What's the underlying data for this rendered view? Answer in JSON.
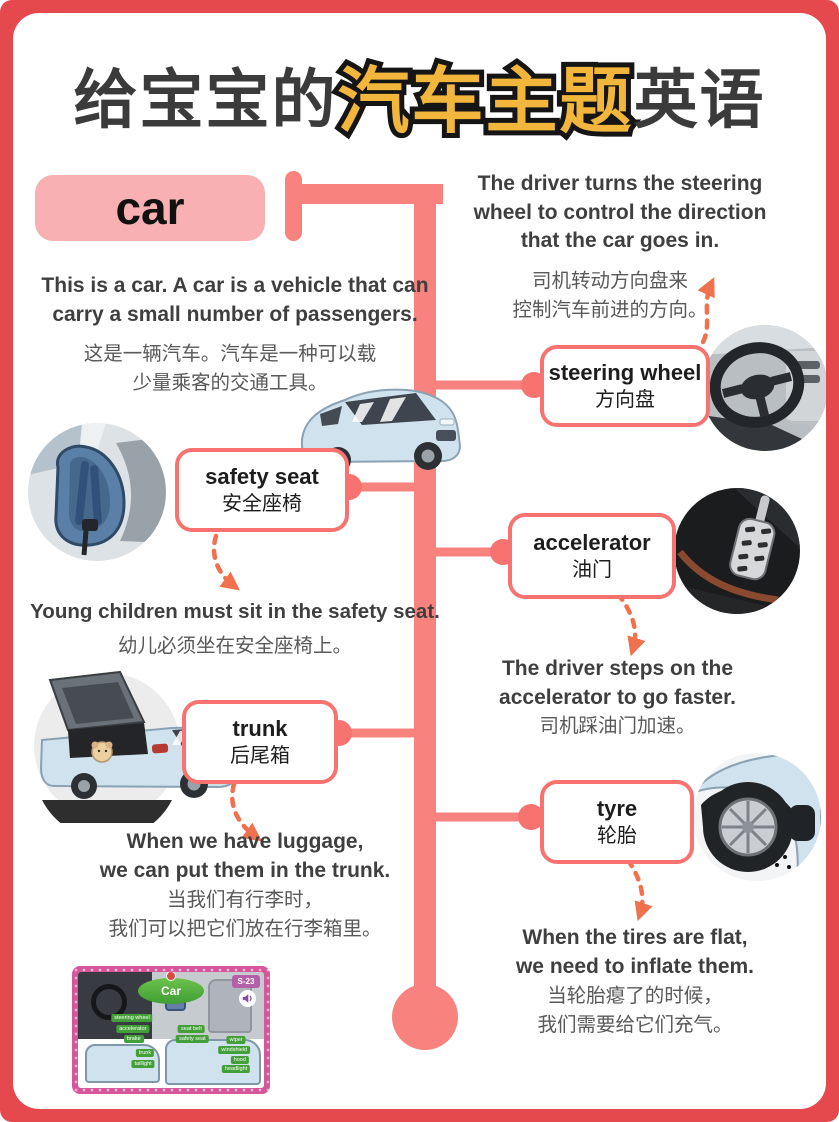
{
  "title": {
    "prefix": "给宝宝的",
    "highlight": "汽车主题",
    "suffix": "英语"
  },
  "keyword": "car",
  "intro": {
    "en": "This is a car. A car is a vehicle that can\ncarry a small number of passengers.",
    "cn": "这是一辆汽车。汽车是一种可以载\n少量乘客的交通工具。"
  },
  "parts": [
    {
      "id": "steering-wheel",
      "en": "steering wheel",
      "cn": "方向盘",
      "sentence_en": "The driver turns the steering\nwheel to control the direction\nthat the car goes in.",
      "sentence_cn": "司机转动方向盘来\n控制汽车前进的方向。"
    },
    {
      "id": "safety-seat",
      "en": "safety seat",
      "cn": "安全座椅",
      "sentence_en": "Young children must sit in the safety seat.",
      "sentence_cn": "幼儿必须坐在安全座椅上。"
    },
    {
      "id": "accelerator",
      "en": "accelerator",
      "cn": "油门",
      "sentence_en": "The driver steps on the\naccelerator to go faster.",
      "sentence_cn": "司机踩油门加速。"
    },
    {
      "id": "trunk",
      "en": "trunk",
      "cn": "后尾箱",
      "sentence_en": "When we have luggage,\nwe can put them in the trunk.",
      "sentence_cn": "当我们有行李时，\n我们可以把它们放在行李箱里。"
    },
    {
      "id": "tyre",
      "en": "tyre",
      "cn": "轮胎",
      "sentence_en": "When the tires are flat,\nwe need to inflate them.",
      "sentence_cn": "当轮胎瘪了的时候，\n我们需要给它们充气。"
    }
  ],
  "app_card": {
    "title": "Car",
    "badge": "S-23",
    "labels": [
      "steering wheel",
      "accelerator",
      "brake",
      "seat belt",
      "safety seat",
      "trunk",
      "taillight",
      "wiper",
      "windshield",
      "hood",
      "headlight"
    ]
  },
  "colors": {
    "frame_red": "#e5484d",
    "connector_salmon": "#f8827e",
    "label_border": "#f8736f",
    "keyword_bg": "#f9b0b3",
    "title_dark": "#3b3b3b",
    "title_highlight": "#f2b63c",
    "arrow_orange": "#f0714d",
    "app_border_pink": "#d6569c",
    "app_green": "#43a038"
  }
}
